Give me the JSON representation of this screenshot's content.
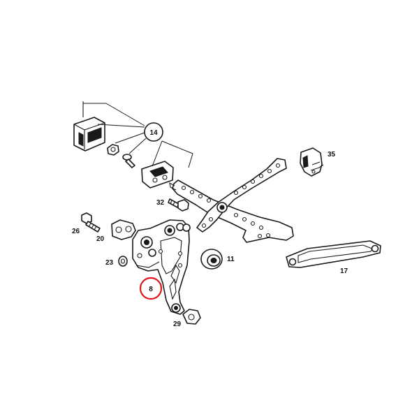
{
  "callouts": {
    "p14": "14",
    "p35": "35",
    "p32": "32",
    "p26": "26",
    "p20": "20",
    "p23": "23",
    "p11": "11",
    "p17": "17",
    "p8": "8",
    "p29": "29"
  },
  "highlight": {
    "part": "8",
    "color": "#e0141e"
  }
}
